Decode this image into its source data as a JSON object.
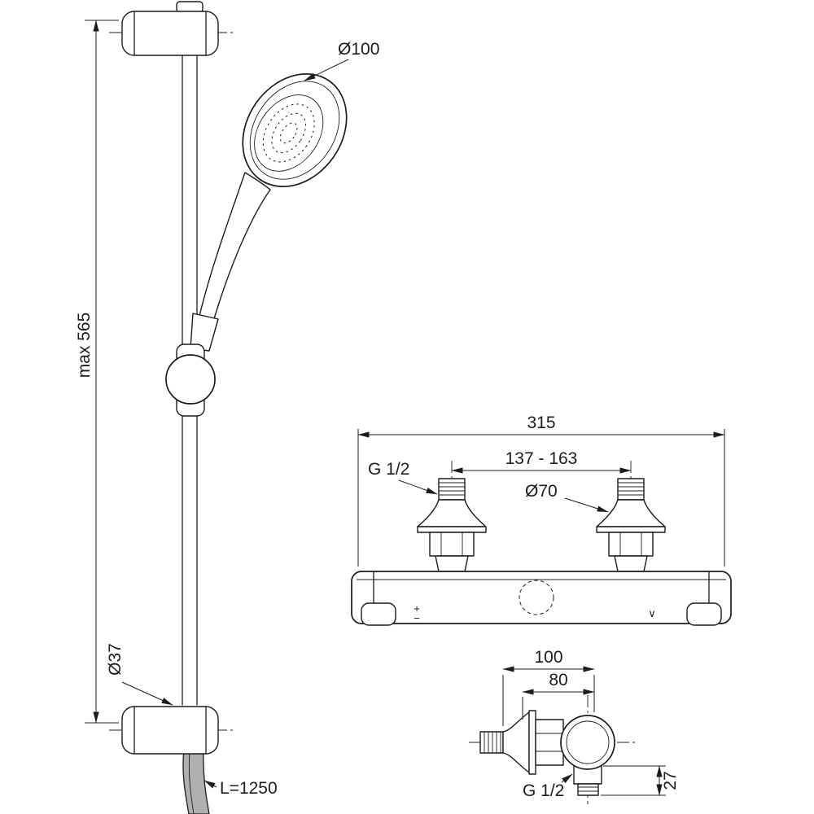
{
  "rail_view": {
    "head_diameter": "Ø100",
    "rail_height": "max 565",
    "bracket_diameter": "Ø37",
    "hose_length": "L=1250"
  },
  "mixer_front": {
    "overall_width": "315",
    "inlet_spacing": "137 - 163",
    "inlet_thread": "G 1/2",
    "rosette_diameter": "Ø70",
    "hot_mark": "+",
    "cold_mark": "−",
    "indicator_mark": "∨"
  },
  "mixer_side": {
    "depth_total": "100",
    "depth_body": "80",
    "outlet_thread": "G 1/2",
    "outlet_offset": "27"
  }
}
